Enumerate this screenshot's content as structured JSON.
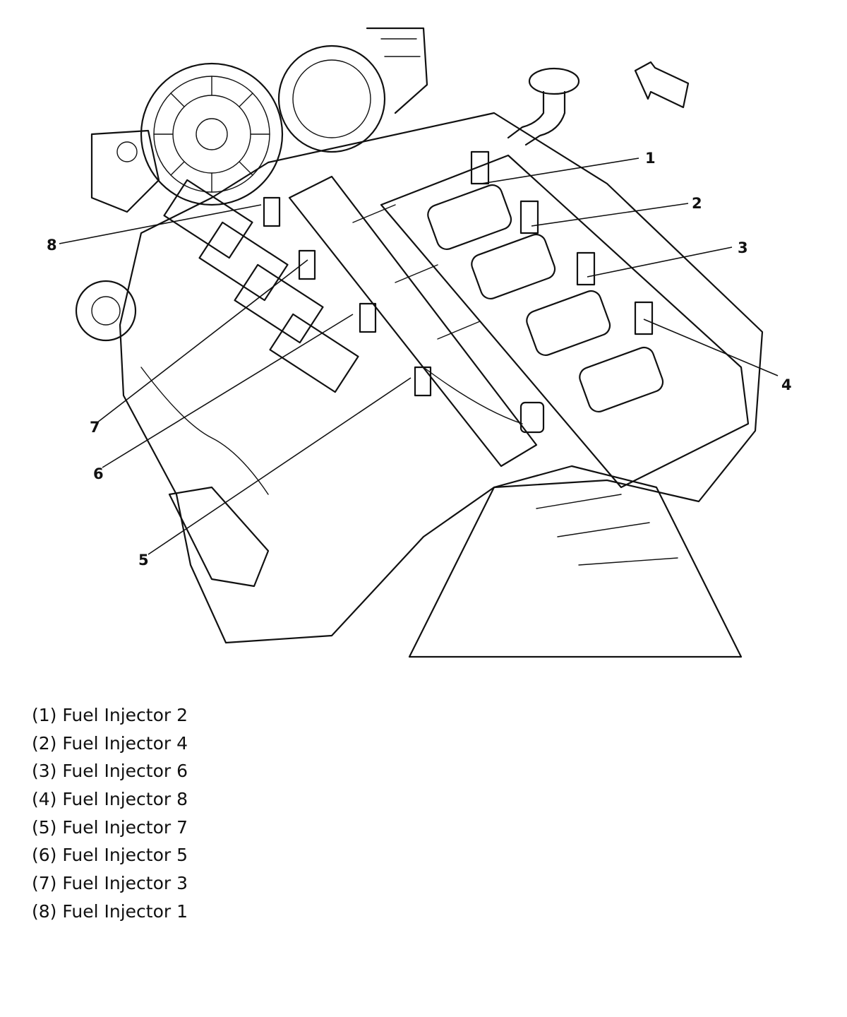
{
  "diagram": {
    "callouts": [
      "1",
      "2",
      "3",
      "4",
      "5",
      "6",
      "7",
      "8"
    ],
    "icons": [
      "direction-arrow-icon"
    ]
  },
  "legend": [
    "(1) Fuel Injector 2",
    "(2) Fuel Injector 4",
    "(3) Fuel Injector 6",
    "(4) Fuel Injector 8",
    "(5) Fuel Injector 7",
    "(6) Fuel Injector 5",
    "(7) Fuel Injector 3",
    "(8) Fuel Injector 1"
  ]
}
